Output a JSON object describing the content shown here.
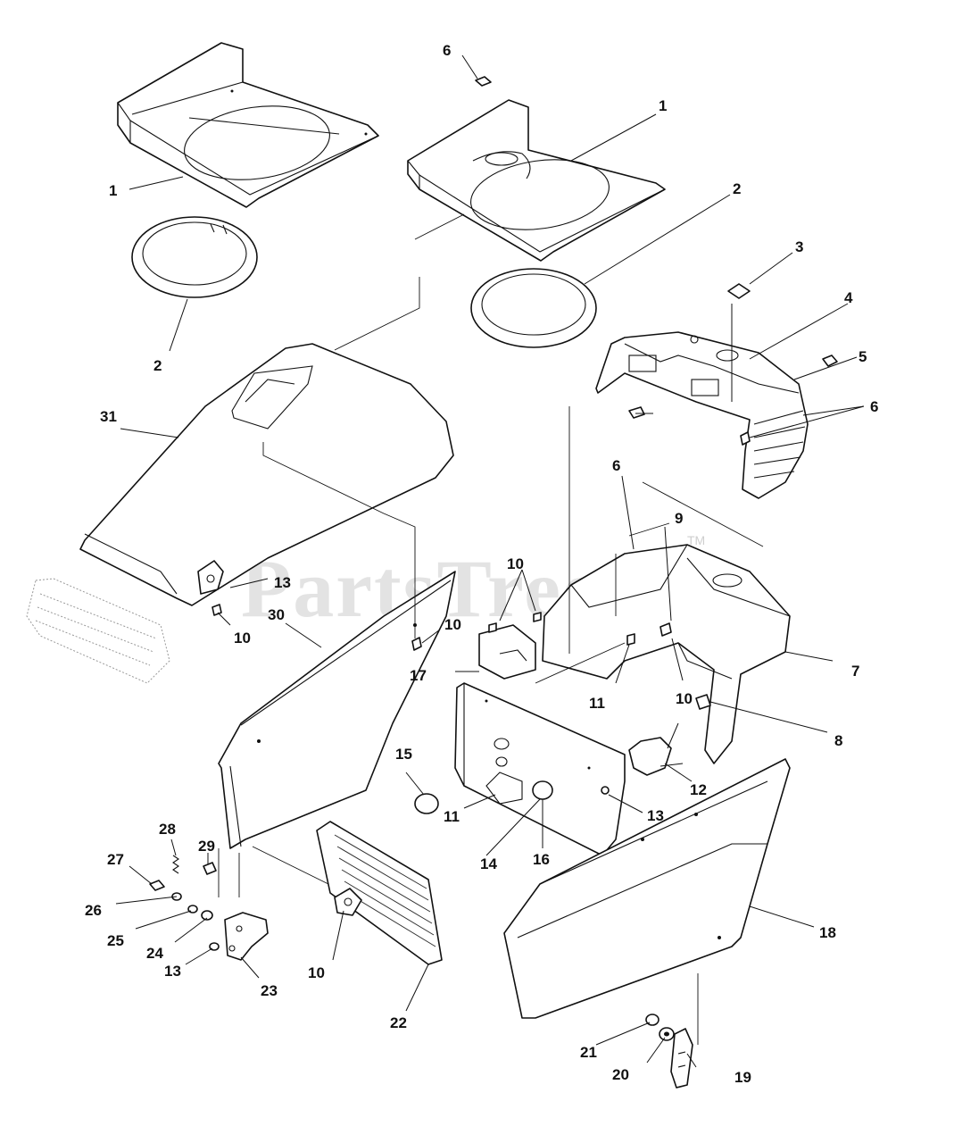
{
  "watermark": {
    "text": "PartsTree",
    "trademark": "TM"
  },
  "callouts": [
    {
      "id": "c1a",
      "text": "1"
    },
    {
      "id": "c1b",
      "text": "1"
    },
    {
      "id": "c2a",
      "text": "2"
    },
    {
      "id": "c2b",
      "text": "2"
    },
    {
      "id": "c3",
      "text": "3"
    },
    {
      "id": "c4",
      "text": "4"
    },
    {
      "id": "c5",
      "text": "5"
    },
    {
      "id": "c6a",
      "text": "6"
    },
    {
      "id": "c6b",
      "text": "6"
    },
    {
      "id": "c6c",
      "text": "6"
    },
    {
      "id": "c7",
      "text": "7"
    },
    {
      "id": "c8",
      "text": "8"
    },
    {
      "id": "c9",
      "text": "9"
    },
    {
      "id": "c10a",
      "text": "10"
    },
    {
      "id": "c10b",
      "text": "10"
    },
    {
      "id": "c10c",
      "text": "10"
    },
    {
      "id": "c10d",
      "text": "10"
    },
    {
      "id": "c10e",
      "text": "10"
    },
    {
      "id": "c11a",
      "text": "11"
    },
    {
      "id": "c11b",
      "text": "11"
    },
    {
      "id": "c12",
      "text": "12"
    },
    {
      "id": "c13a",
      "text": "13"
    },
    {
      "id": "c13b",
      "text": "13"
    },
    {
      "id": "c13c",
      "text": "13"
    },
    {
      "id": "c14",
      "text": "14"
    },
    {
      "id": "c15",
      "text": "15"
    },
    {
      "id": "c16",
      "text": "16"
    },
    {
      "id": "c17",
      "text": "17"
    },
    {
      "id": "c18",
      "text": "18"
    },
    {
      "id": "c19",
      "text": "19"
    },
    {
      "id": "c20",
      "text": "20"
    },
    {
      "id": "c21",
      "text": "21"
    },
    {
      "id": "c22",
      "text": "22"
    },
    {
      "id": "c23",
      "text": "23"
    },
    {
      "id": "c24",
      "text": "24"
    },
    {
      "id": "c25",
      "text": "25"
    },
    {
      "id": "c26",
      "text": "26"
    },
    {
      "id": "c27",
      "text": "27"
    },
    {
      "id": "c28",
      "text": "28"
    },
    {
      "id": "c29",
      "text": "29"
    },
    {
      "id": "c30",
      "text": "30"
    },
    {
      "id": "c31",
      "text": "31"
    }
  ]
}
